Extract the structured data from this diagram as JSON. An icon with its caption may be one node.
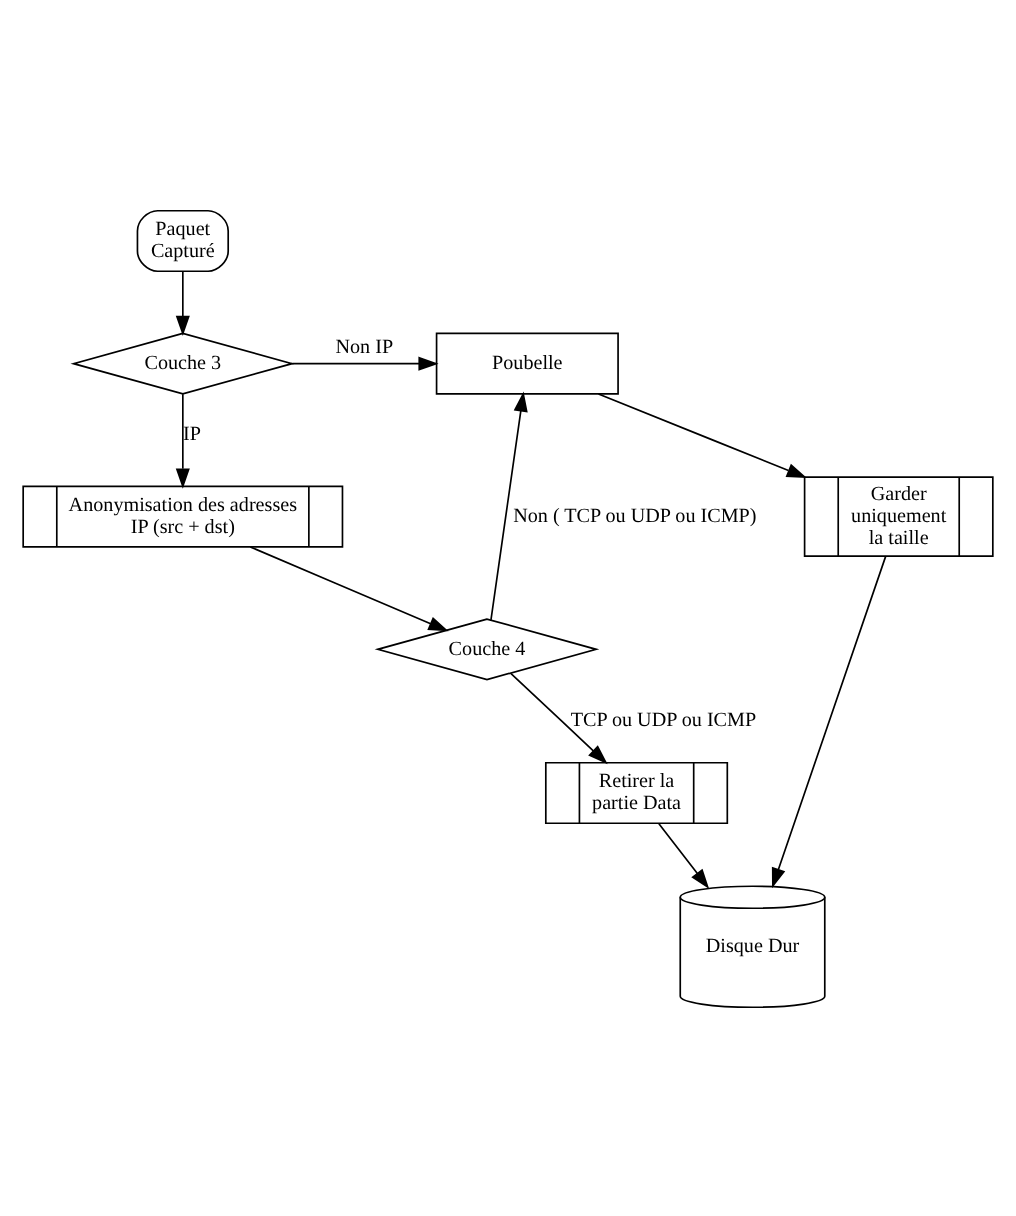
{
  "diagram": {
    "nodes": [
      {
        "text": [
          "Paquet Capturé"
        ]
      },
      {
        "text": [
          "Couche 3"
        ]
      },
      {
        "text": [
          "Poubelle"
        ]
      },
      {
        "text": [
          "Anonymisation des adresses IP (src + dst)"
        ]
      },
      {
        "text": [
          "Garder uniquement la taille"
        ]
      },
      {
        "text": [
          "Couche 4"
        ]
      },
      {
        "text": [
          "Retirer la partie Data"
        ]
      },
      {
        "text": [
          "Disque Dur"
        ]
      }
    ],
    "edges": [
      {
        "from": 0,
        "to": 1,
        "arrow": "to"
      },
      {
        "from": 1,
        "to": 2,
        "arrow": "to",
        "label": "Non IP"
      },
      {
        "from": 1,
        "to": 3,
        "arrow": "to",
        "label": "IP"
      },
      {
        "from": 2,
        "to": 4,
        "arrow": "to"
      },
      {
        "from": 3,
        "to": 5,
        "arrow": "to"
      },
      {
        "from": 5,
        "to": 2,
        "arrow": "to",
        "label": "Non ( TCP ou UDP ou ICMP)"
      },
      {
        "from": 5,
        "to": 6,
        "arrow": "to",
        "label": "TCP ou UDP ou ICMP"
      },
      {
        "from": 6,
        "to": 7,
        "arrow": "to"
      },
      {
        "from": 4,
        "to": 7,
        "arrow": "to"
      }
    ]
  }
}
